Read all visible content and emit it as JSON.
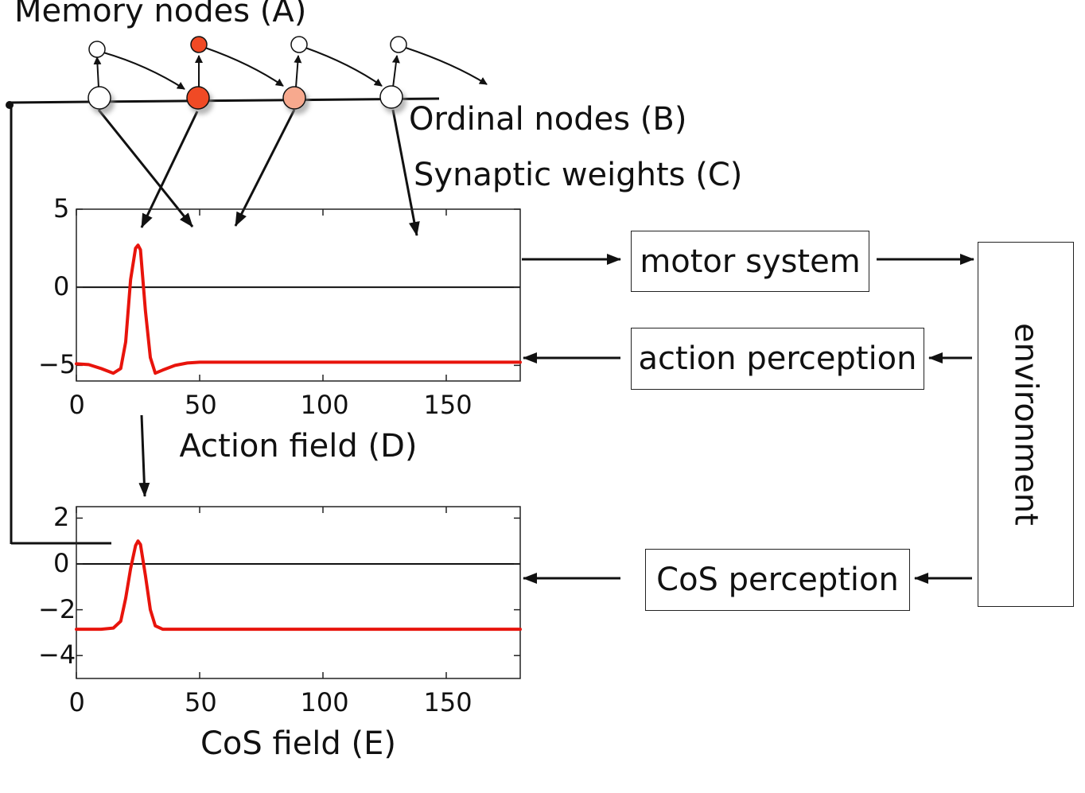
{
  "labels": {
    "memory_nodes": "Memory nodes (A)",
    "ordinal_nodes": "Ordinal nodes (B)",
    "synaptic_weights": "Synaptic weights (C)"
  },
  "boxes": {
    "motor_system": "motor system",
    "action_perception": "action perception",
    "cos_perception": "CoS perception",
    "environment": "environment"
  },
  "colors": {
    "curve": "#e8140c",
    "node_active": "#f04a25",
    "node_partial": "#f7a98e",
    "node_inactive": "#ffffff",
    "line": "#111111"
  },
  "nodes": {
    "memory": [
      {
        "state": "inactive"
      },
      {
        "state": "active"
      },
      {
        "state": "inactive"
      },
      {
        "state": "inactive"
      }
    ],
    "ordinal": [
      {
        "state": "inactive"
      },
      {
        "state": "active"
      },
      {
        "state": "partial"
      },
      {
        "state": "inactive"
      }
    ]
  },
  "chart_data": [
    {
      "type": "line",
      "title": "",
      "xlabel": "Action field (D)",
      "ylabel": "",
      "xlim": [
        0,
        180
      ],
      "ylim": [
        -6,
        5
      ],
      "x_ticks": [
        "0",
        "50",
        "100",
        "150"
      ],
      "y_ticks": [
        "5",
        "0",
        "−5"
      ],
      "zero_line": true,
      "grid": false,
      "series": [
        {
          "x": [
            0,
            5,
            10,
            15,
            18,
            20,
            22,
            24,
            25,
            26,
            28,
            30,
            32,
            35,
            40,
            45,
            50,
            60,
            100,
            150,
            180
          ],
          "y": [
            -4.9,
            -4.95,
            -5.2,
            -5.5,
            -5.2,
            -3.5,
            0.5,
            2.5,
            2.7,
            2.4,
            -1.5,
            -4.5,
            -5.5,
            -5.3,
            -5.0,
            -4.85,
            -4.8,
            -4.8,
            -4.8,
            -4.8,
            -4.8
          ]
        }
      ]
    },
    {
      "type": "line",
      "title": "",
      "xlabel": "CoS field (E)",
      "ylabel": "",
      "xlim": [
        0,
        180
      ],
      "ylim": [
        -5,
        2.5
      ],
      "x_ticks": [
        "0",
        "50",
        "100",
        "150"
      ],
      "y_ticks": [
        "2",
        "0",
        "−2",
        "−4"
      ],
      "zero_line": true,
      "grid": false,
      "series": [
        {
          "x": [
            0,
            10,
            15,
            18,
            20,
            22,
            24,
            25,
            26,
            28,
            30,
            32,
            35,
            40,
            100,
            180
          ],
          "y": [
            -2.85,
            -2.85,
            -2.8,
            -2.5,
            -1.5,
            -0.2,
            0.8,
            1.0,
            0.85,
            -0.5,
            -2.0,
            -2.7,
            -2.85,
            -2.85,
            -2.85,
            -2.85
          ]
        }
      ]
    }
  ]
}
